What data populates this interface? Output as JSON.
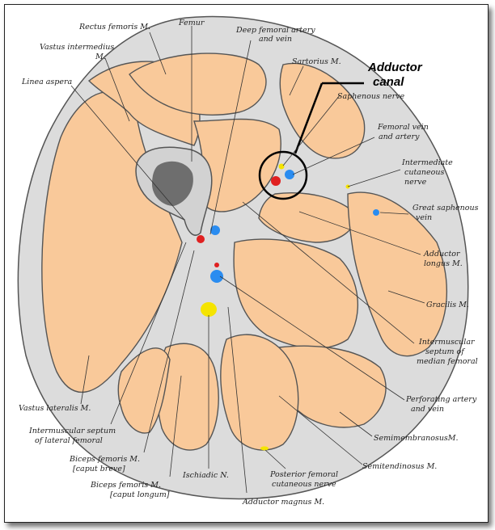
{
  "figure": {
    "callout": {
      "line1": "Adductor",
      "line2": "canal"
    },
    "labels": {
      "rectus_femoris": "Rectus femoris M.",
      "femur": "Femur",
      "deep_femoral": "Deep femoral artery",
      "deep_femoral_2": "and vein",
      "vastus_intermedius": "Vastus intermedius",
      "vastus_intermedius_2": "M.",
      "sartorius": "Sartorius M.",
      "linea_aspera": "Linea aspera",
      "saphenous_nerve": "Saphenous nerve",
      "femoral_vein": "Femoral vein",
      "femoral_vein_2": "and artery",
      "intermediate_cutaneous": "Intermediate",
      "intermediate_cutaneous_2": "cutaneous",
      "intermediate_cutaneous_3": "nerve",
      "great_saphenous": "Great saphenous",
      "great_saphenous_2": "vein",
      "adductor_longus": "Adductor",
      "adductor_longus_2": "longus M.",
      "gracilis": "Gracilis M.",
      "intermuscular_median": "Intermuscular",
      "intermuscular_median_2": "septum of",
      "intermuscular_median_3": "median femoral",
      "perforating": "Perforating artery",
      "perforating_2": "and vein",
      "semimembranosus": "SemimembranosusM.",
      "semitendinosus": "Semitendinosus M.",
      "posterior_cutaneous": "Posterior femoral",
      "posterior_cutaneous_2": "cutaneous nerve",
      "adductor_magnus": "Adductor magnus M.",
      "ischiadic": "Ischiadic N.",
      "biceps_longum": "Biceps femoris M.",
      "biceps_longum_2": "[caput longum]",
      "biceps_breve": "Biceps femoris M.",
      "biceps_breve_2": "[caput breve]",
      "intermuscular_lateral": "Intermuscular septum",
      "intermuscular_lateral_2": "of lateral femoral",
      "vastus_lateralis": "Vastus lateralis M."
    },
    "colors": {
      "muscle": "#f9c99a",
      "fascia": "#dcdcdc",
      "artery": "#e02020",
      "vein": "#2a8cf0",
      "nerve": "#f5e400",
      "bone_marrow": "#6e6e6e"
    }
  }
}
